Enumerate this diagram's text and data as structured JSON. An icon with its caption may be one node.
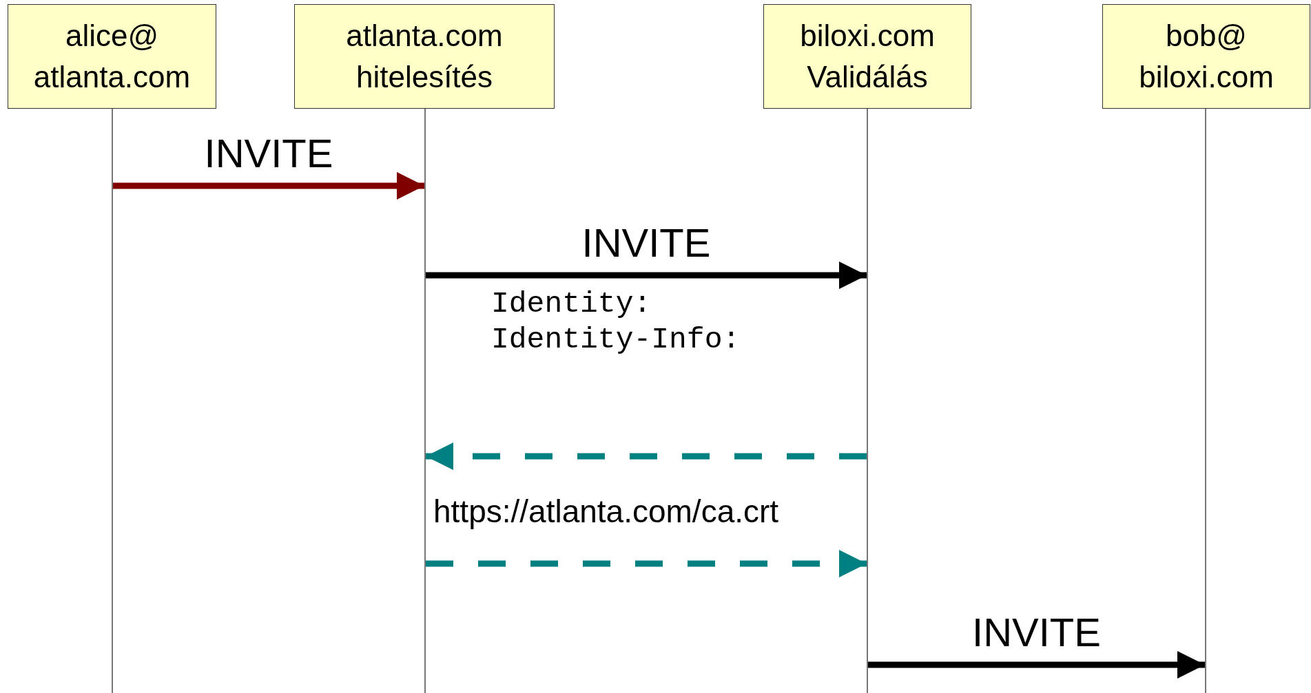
{
  "diagram": {
    "nodes": [
      {
        "text": [
          "alice@ atlanta.com"
        ]
      },
      {
        "text": [
          "atlanta.com hitelesítés"
        ]
      },
      {
        "text": [
          "biloxi.com Validálás"
        ]
      },
      {
        "text": [
          "bob@ biloxi.com"
        ]
      },
      {
        "text": [],
        "shape": "bar"
      },
      {
        "text": [],
        "shape": "bar"
      },
      {
        "text": [],
        "shape": "bar"
      },
      {
        "text": [],
        "shape": "bar"
      }
    ],
    "edges": [
      {
        "from": 4,
        "to": 5,
        "arrow": "to",
        "label": "INVITE",
        "color": "#800000"
      },
      {
        "from": 5,
        "to": 6,
        "arrow": "to",
        "label": "INVITE"
      },
      {
        "from": 6,
        "to": 5,
        "arrow": "to",
        "style": "dashed",
        "color": "#008080"
      },
      {
        "from": 5,
        "to": 6,
        "arrow": "to",
        "style": "dashed",
        "color": "#008080"
      },
      {
        "from": 6,
        "to": 7,
        "arrow": "to",
        "label": "INVITE"
      }
    ],
    "labels": [
      "Identity:",
      "Identity-Info:",
      "https://atlanta.com/ca.crt"
    ]
  }
}
